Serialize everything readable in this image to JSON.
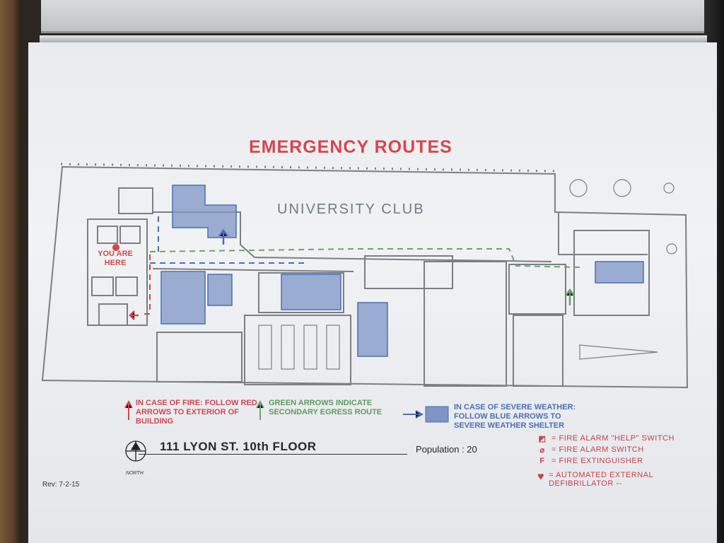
{
  "title": "EMERGENCY ROUTES",
  "building_label": "UNIVERSITY CLUB",
  "you_are_here": "YOU ARE HERE",
  "legend": {
    "red": "IN CASE OF FIRE: FOLLOW RED ARROWS TO EXTERIOR OF BUILDING",
    "green": "GREEN ARROWS INDICATE SECONDARY EGRESS ROUTE",
    "blue": "IN CASE OF SEVERE WEATHER: FOLLOW BLUE ARROWS TO SEVERE WEATHER SHELTER"
  },
  "address": "111 LYON ST. 10th FLOOR",
  "population": "Population : 20",
  "north_label": "NORTH",
  "revision": "Rev: 7-2-15",
  "symbol_key": [
    {
      "symbol": "◩",
      "label": "= FIRE ALARM \"HELP\" SWITCH"
    },
    {
      "symbol": "⌀",
      "label": "= FIRE ALARM SWITCH"
    },
    {
      "symbol": "F",
      "label": "= FIRE EXTINGUISHER"
    },
    {
      "symbol": "♥",
      "label": "= AUTOMATED EXTERNAL DEFIBRILLATOR --"
    }
  ],
  "colors": {
    "fire_route": "#d2464e",
    "secondary_route": "#6fa073",
    "weather_route": "#4b6fb4",
    "shelter_fill": "#7e95c5",
    "wall": "#7b7f84"
  }
}
